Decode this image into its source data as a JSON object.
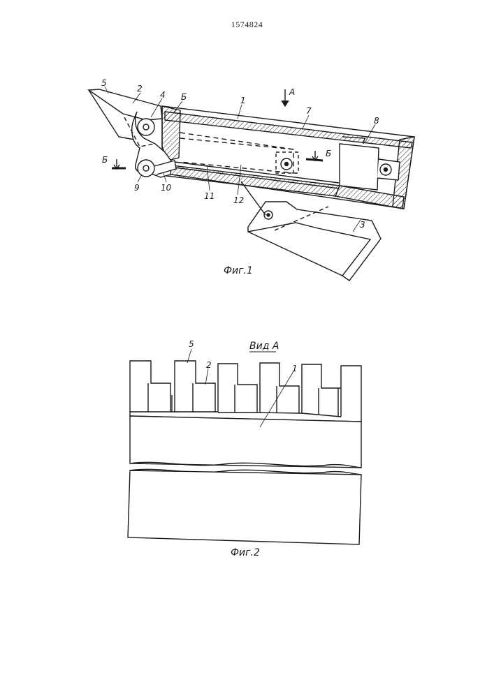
{
  "page_number": "1574824",
  "figure1": {
    "caption": "Фиг.1",
    "labels": {
      "l1": "1",
      "l2": "2",
      "l3": "3",
      "l4": "4",
      "l5": "5",
      "l7": "7",
      "l8": "8",
      "l9": "9",
      "l10": "10",
      "l11": "11",
      "l12": "12",
      "b_top": "Б",
      "b_left": "Б",
      "b_right": "Б",
      "a_arrow": "А"
    }
  },
  "figure2": {
    "title": "Вид А",
    "caption": "Фиг.2",
    "labels": {
      "l5": "5",
      "l2": "2",
      "l1": "1"
    }
  }
}
